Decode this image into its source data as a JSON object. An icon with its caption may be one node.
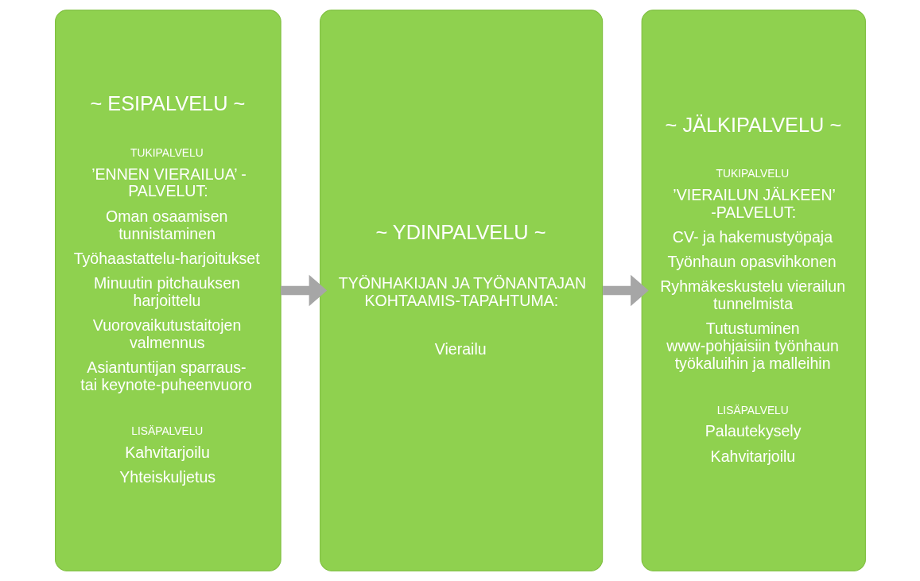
{
  "diagram": {
    "nodes": [
      {
        "text": [
          "~ ESIPALVELU ~",
          "TUKIPALVELU",
          "’ENNEN VIERAILUA’ - PALVELUT:",
          "Oman osaamisen tunnistaminen",
          "Työhaastattelu-harjoitukset",
          "Minuutin pitchauksen harjoittelu",
          "Vuorovaikutustaitojen valmennus",
          "Asiantuntijan sparraus- tai keynote-puheenvuoro",
          "LISÄPALVELU",
          "Kahvitarjoilu",
          "Yhteiskuljetus"
        ]
      },
      {
        "text": [
          "~ YDINPALVELU ~",
          "TYÖNHAKIJAN JA TYÖNANTAJAN KOHTAAMIS-TAPAHTUMA:",
          "Vierailu"
        ]
      },
      {
        "text": [
          "~ JÄLKIPALVELU ~",
          "TUKIPALVELU",
          "’VIERAILUN JÄLKEEN’ -PALVELUT:",
          "CV- ja hakemustyöpaja",
          "Työnhaun opasvihkonen",
          "Ryhmäkeskustelu vierailun tunnelmista",
          "Tutustuminen www-pohjaisiin työnhaun työkaluihin ja malleihin",
          "LISÄPALVELU",
          "Palautekysely",
          "Kahvitarjoilu"
        ]
      }
    ],
    "edges": [
      {
        "from": 0,
        "to": 1,
        "arrow": "to"
      },
      {
        "from": 1,
        "to": 2,
        "arrow": "to"
      }
    ]
  }
}
